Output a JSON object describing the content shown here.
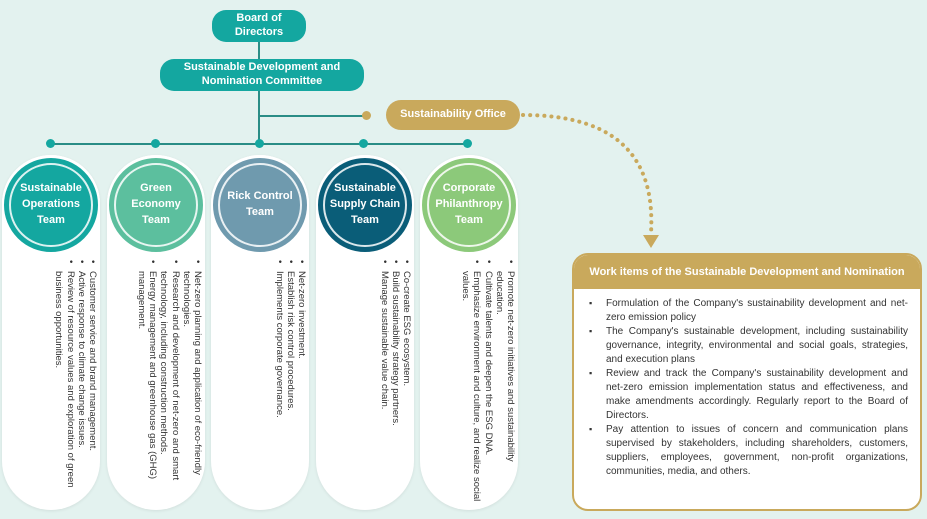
{
  "board": {
    "label": "Board of Directors"
  },
  "committee": {
    "label": "Sustainable Development and Nomination Committee"
  },
  "office": {
    "label": "Sustainability Office"
  },
  "colors": {
    "teal": "#14a7a0",
    "gold": "#c9a95c",
    "background": "#e3f2ef"
  },
  "teams": [
    {
      "name_line1": "Sustainable",
      "name_line2": "Operations",
      "name_line3": "Team",
      "color": "#14a7a0",
      "items": [
        "Customer service and brand management.",
        "Active response to climate change issues.",
        "Review of resource values and exploration of green business opportunities."
      ]
    },
    {
      "name_line1": "Green",
      "name_line2": "Economy",
      "name_line3": "Team",
      "color": "#5cbf9e",
      "items": [
        "Net-zero planning and application of eco-friendly technologies.",
        "Research and development of net-zero and smart technology, including construction methods.",
        "Energy management and greenhouse gas (GHG) management."
      ]
    },
    {
      "name_line1": "Rick Control",
      "name_line2": "Team",
      "name_line3": "",
      "color": "#6f9aae",
      "items": [
        "Net-zero investment.",
        "Establish risk control procedures.",
        "Implements corporate governance."
      ]
    },
    {
      "name_line1": "Sustainable",
      "name_line2": "Supply Chain",
      "name_line3": "Team",
      "color": "#0a5d78",
      "items": [
        "Co-create ESG ecosystem.",
        "Build sustainability strategy partners.",
        "Manage sustainable value chain."
      ]
    },
    {
      "name_line1": "Corporate",
      "name_line2": "Philanthropy",
      "name_line3": "Team",
      "color": "#8cc97a",
      "items": [
        "Promote net-zero initiatives and sustainability education.",
        "Cultivate talents and deepen the ESG DNA.",
        "Emphasize environment and culture, and realize social values."
      ]
    }
  ],
  "work_items": {
    "title": "Work items of the Sustainable Development and Nomination",
    "items": [
      "Formulation of the Company's sustainability development and net-zero emission policy",
      "The Company's sustainable development, including sustainability governance, integrity, environmental and social goals, strategies, and execution plans",
      "Review and track the Company's sustainability development and net-zero emission implementation status and effectiveness, and make amendments accordingly. Regularly report to the Board of Directors.",
      "Pay attention to issues of concern and communication plans supervised by stakeholders, including shareholders, customers, suppliers, employees, government, non-profit organizations, communities, media, and others."
    ]
  }
}
